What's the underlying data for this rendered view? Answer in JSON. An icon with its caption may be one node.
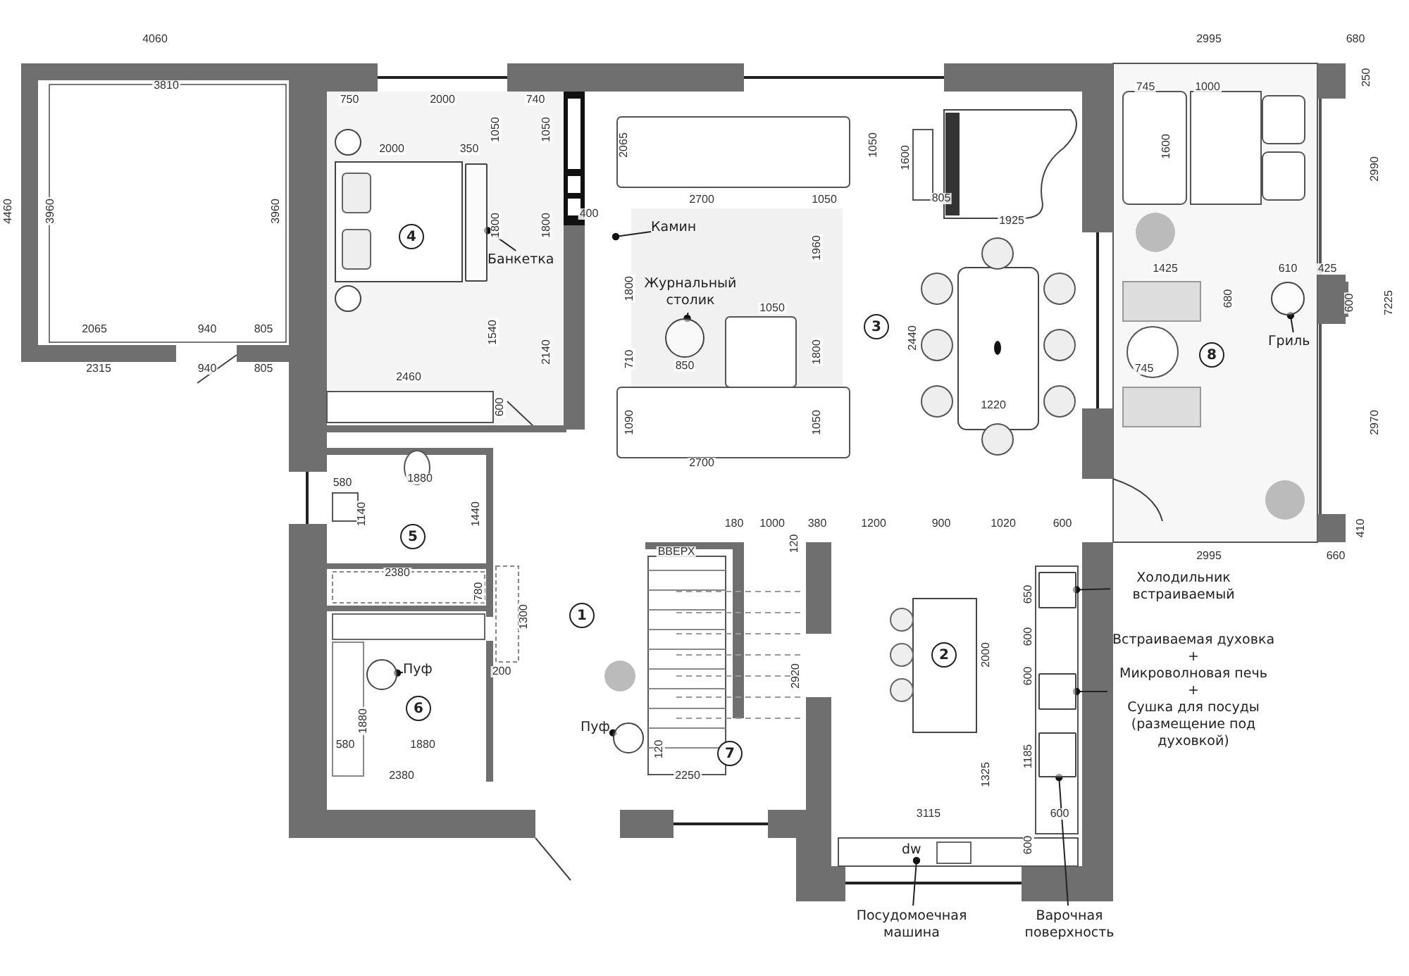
{
  "diagram": {
    "nodes": [
      {
        "text": [
          "1"
        ]
      },
      {
        "text": [
          "2"
        ]
      },
      {
        "text": [
          "3"
        ]
      },
      {
        "text": [
          "4"
        ]
      },
      {
        "text": [
          "5"
        ]
      },
      {
        "text": [
          "6"
        ]
      },
      {
        "text": [
          "7"
        ]
      },
      {
        "text": [
          "8"
        ]
      },
      {
        "text": [],
        "shape": "box"
      },
      {
        "text": [],
        "shape": "box"
      },
      {
        "text": [],
        "shape": "box"
      },
      {
        "text": [
          "dw"
        ]
      },
      {
        "text": [
          "Холодильник встраиваемый"
        ]
      },
      {
        "text": [
          "Встраиваемая духовка",
          "+",
          "Микроволновая печь",
          "+",
          "Сушка для посуды (размещение под духовкой)"
        ]
      },
      {
        "text": [
          "Посудомоечная машина"
        ]
      },
      {
        "text": [
          "Варочная поверхность"
        ]
      },
      {
        "text": [
          "Камин"
        ]
      },
      {
        "text": [
          "Банкетка"
        ]
      },
      {
        "text": [],
        "shape": "box"
      },
      {
        "text": [
          "Пуф"
        ]
      },
      {
        "text": [],
        "shape": "circle"
      },
      {
        "text": [
          "Пуф"
        ]
      },
      {
        "text": [],
        "shape": "circle"
      },
      {
        "text": [
          "Гриль"
        ]
      },
      {
        "text": [],
        "shape": "circle"
      },
      {
        "text": [
          "Журнальный столик"
        ]
      },
      {
        "text": [],
        "shape": "circle"
      }
    ],
    "edges": [
      {
        "from": 12,
        "to": 8,
        "arrow": "other"
      },
      {
        "from": 13,
        "to": 9,
        "arrow": "other"
      },
      {
        "from": 14,
        "to": 11,
        "arrow": "other"
      },
      {
        "from": 15,
        "to": 10,
        "arrow": "other"
      },
      {
        "from": 16,
        "to": null,
        "arrow": "other"
      },
      {
        "from": 17,
        "to": 18,
        "arrow": "other"
      },
      {
        "from": 19,
        "to": 20,
        "arrow": "other"
      },
      {
        "from": 21,
        "to": 22,
        "arrow": "other"
      },
      {
        "from": 23,
        "to": 24,
        "arrow": "other"
      },
      {
        "from": 25,
        "to": 26,
        "arrow": "other"
      }
    ],
    "labels": [
      "4060",
      "2995",
      "680",
      "3810",
      "750",
      "2000",
      "740",
      "4460",
      "3960",
      "3960",
      "1050",
      "1050",
      "2065",
      "1050",
      "1600",
      "745",
      "1000",
      "1600",
      "250",
      "2990",
      "2000",
      "350",
      "2700",
      "1050",
      "805",
      "1925",
      "400",
      "1800",
      "1800",
      "1960",
      "1800",
      "1050",
      "2440",
      "1425",
      "610",
      "425",
      "680",
      "600",
      "7225",
      "1540",
      "2140",
      "710",
      "850",
      "1800",
      "745",
      "1220",
      "2065",
      "940",
      "805",
      "2315",
      "940",
      "805",
      "2460",
      "600",
      "1090",
      "1050",
      "2700",
      "2970",
      "580",
      "1880",
      "1140",
      "1440",
      "2995",
      "410",
      "660",
      "180",
      "1000",
      "380",
      "1200",
      "900",
      "1020",
      "600",
      "120",
      "ВВЕРХ",
      "2380",
      "780",
      "1300",
      "650",
      "600",
      "600",
      "2000",
      "200",
      "2920",
      "1880",
      "1185",
      "1325",
      "580",
      "1880",
      "120",
      "2380",
      "2250",
      "3115",
      "600",
      "600"
    ]
  }
}
